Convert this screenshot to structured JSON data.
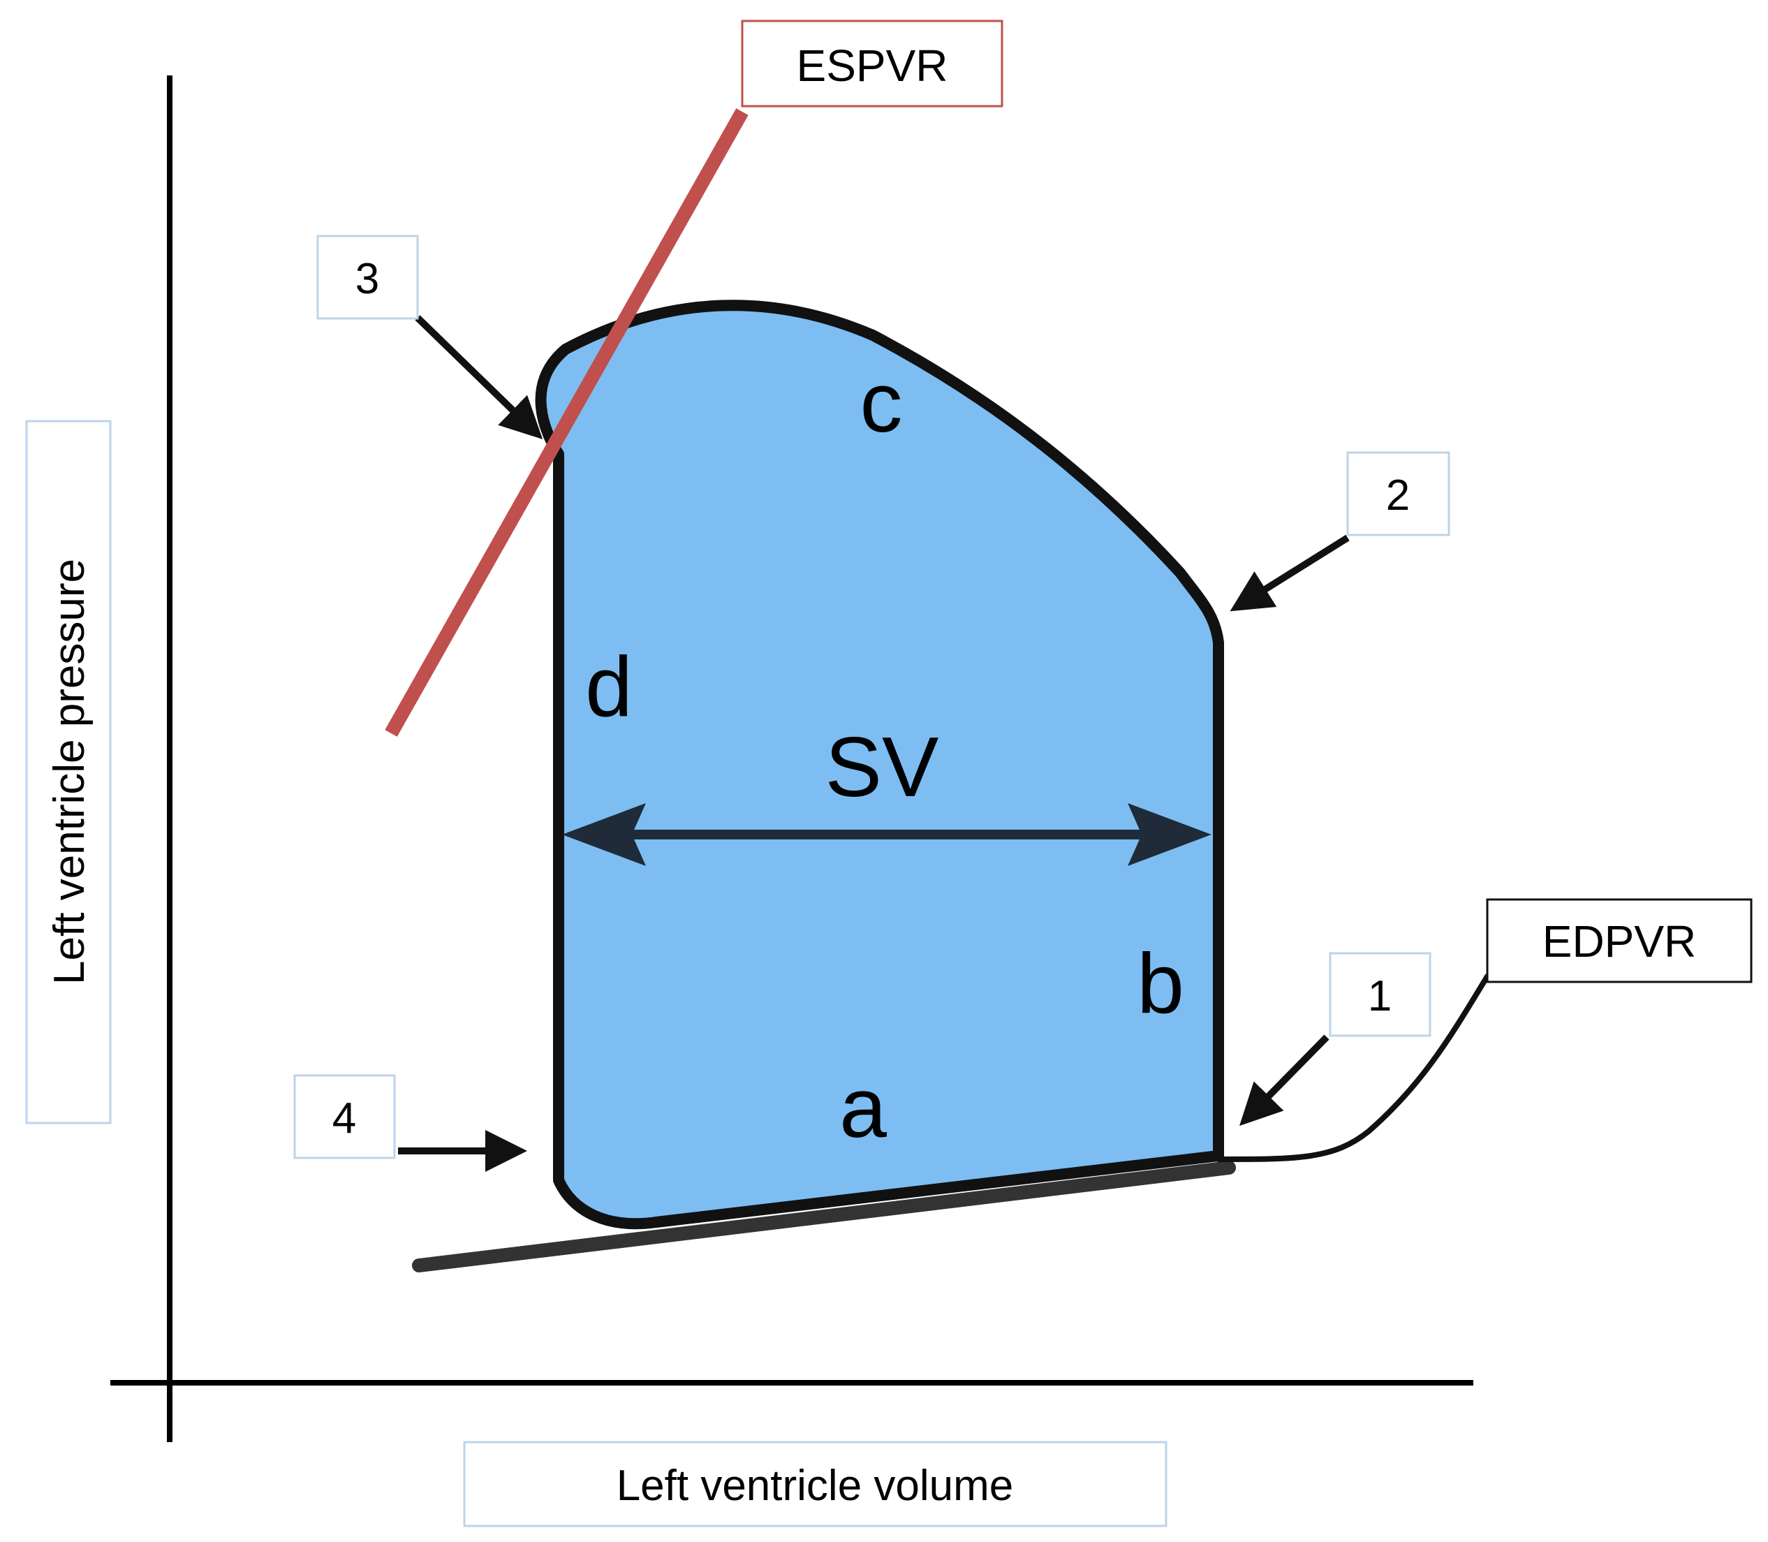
{
  "axes": {
    "x_label": "Left ventricle volume",
    "y_label": "Left ventricle pressure"
  },
  "curves": {
    "espvr_label": "ESPVR",
    "edpvr_label": "EDPVR"
  },
  "loop": {
    "fill_color": "#7dbdf2",
    "segments": {
      "a": "a",
      "b": "b",
      "c": "c",
      "d": "d"
    },
    "stroke_volume_label": "SV"
  },
  "markers": [
    "1",
    "2",
    "3",
    "4"
  ],
  "colors": {
    "espvr_line": "#c0504d",
    "espvr_box_border": "#c0504d",
    "label_box_border": "#bcd4ea",
    "outline": "#111111"
  }
}
